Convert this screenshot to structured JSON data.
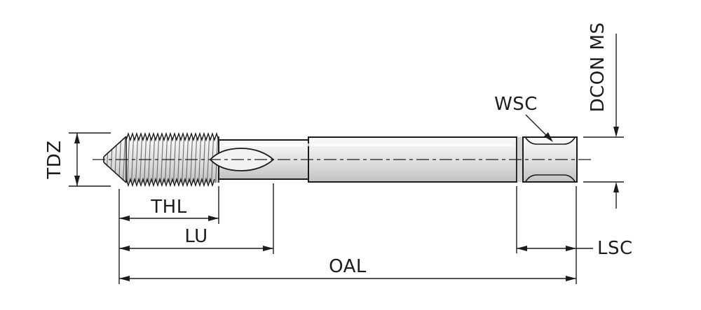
{
  "diagram": {
    "labels": {
      "tdz": "TDZ",
      "thl": "THL",
      "lu": "LU",
      "oal": "OAL",
      "wsc": "WSC",
      "dcon_ms": "DCON MS",
      "lsc": "LSC"
    },
    "colors": {
      "background": "#ffffff",
      "line": "#1c1c1c",
      "metal_light": "#fbfbfb",
      "metal_mid": "#ececec",
      "metal_dark": "#d9d9d9",
      "metal_deep": "#c2c2c2",
      "hatch": "#6b6b6b",
      "flute_fill": "#f2f2f2",
      "groove": "#d4d4d4"
    }
  }
}
